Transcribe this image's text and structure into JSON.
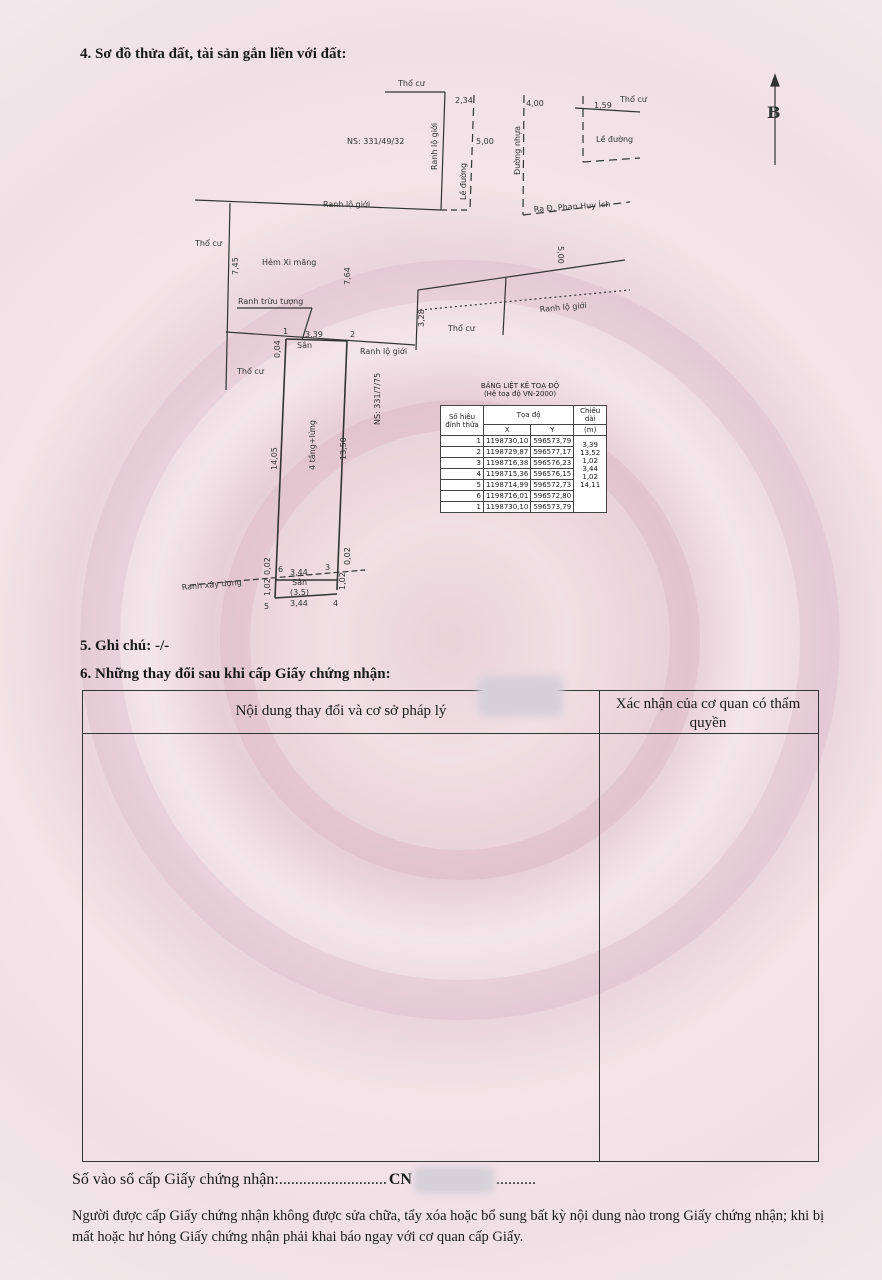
{
  "section4": {
    "title": "4. Sơ đồ thửa đất, tài sản gắn liền với đất:"
  },
  "map": {
    "north": "B",
    "labels": {
      "tho_cu": "Thổ cư",
      "ns1": "NS: 331/49/32",
      "ns2": "NS: 331/7/75",
      "ranh_lo_gioi": "Ranh lộ giới",
      "le_duong": "Lề đường",
      "duong_nhua": "Đường nhựa",
      "ra_duong": "Ra Đ. Phan Huy Ích",
      "hem": "Hẻm Xi măng",
      "ranh_truu_tuong": "Ranh trừu tượng",
      "san": "Sân",
      "building": "4 tầng+lửng",
      "ranh_xay_dung": "Ranh xây dựng",
      "san_area": "(3.5)"
    },
    "dims": {
      "d234": "2,34",
      "d400": "4,00",
      "d159": "1,59",
      "d500a": "5,00",
      "d745": "7,45",
      "d764": "7,64",
      "d500b": "5,00",
      "d328": "3,28",
      "d339": "3,39",
      "d004": "0,04",
      "d1405": "14,05",
      "d1350": "13,50",
      "d344a": "3,44",
      "d344b": "3,44",
      "d002a": "0,02",
      "d002b": "0,02",
      "d102a": "1,02",
      "d102b": "1,02"
    },
    "points": [
      "1",
      "2",
      "3",
      "4",
      "5",
      "6"
    ]
  },
  "coord_table": {
    "title": "BẢNG LIỆT KÊ TOẠ ĐỘ",
    "subtitle": "(Hệ toạ độ VN-2000)",
    "headers": {
      "point": "Số hiệu đỉnh thửa",
      "coord": "Tọa độ",
      "x": "X",
      "y": "Y",
      "length": "Chiều dài",
      "unit": "(m)"
    },
    "rows": [
      {
        "p": "1",
        "x": "1198730,10",
        "y": "596573,79"
      },
      {
        "p": "2",
        "x": "1198729,87",
        "y": "596577,17"
      },
      {
        "p": "3",
        "x": "1198716,38",
        "y": "596576,23"
      },
      {
        "p": "4",
        "x": "1198715,36",
        "y": "596576,15"
      },
      {
        "p": "5",
        "x": "1198714,99",
        "y": "596572,73"
      },
      {
        "p": "6",
        "x": "1198716,01",
        "y": "596572,80"
      },
      {
        "p": "1",
        "x": "1198730,10",
        "y": "596573,79"
      }
    ],
    "lengths": [
      "3,39",
      "13,52",
      "1,02",
      "3,44",
      "1,02",
      "14,11"
    ]
  },
  "section5": {
    "title": "5. Ghi chú: -/-"
  },
  "section6": {
    "title": "6. Những thay đổi sau khi cấp Giấy chứng nhận:",
    "col1": "Nội dung thay đổi và cơ sở pháp lý",
    "col2": "Xác nhận của cơ quan có thẩm quyền"
  },
  "footer": {
    "reg_label": "Số vào sổ cấp Giấy chứng nhận:",
    "reg_dots1": "...........................",
    "reg_prefix": "CN",
    "reg_dots2": "..........",
    "note": "Người được cấp Giấy chứng nhận không được sửa chữa, tẩy xóa hoặc bổ sung bất kỳ nội dung nào trong Giấy chứng nhận; khi bị mất hoặc hư hỏng Giấy chứng nhận phải khai báo ngay với cơ quan cấp Giấy."
  }
}
